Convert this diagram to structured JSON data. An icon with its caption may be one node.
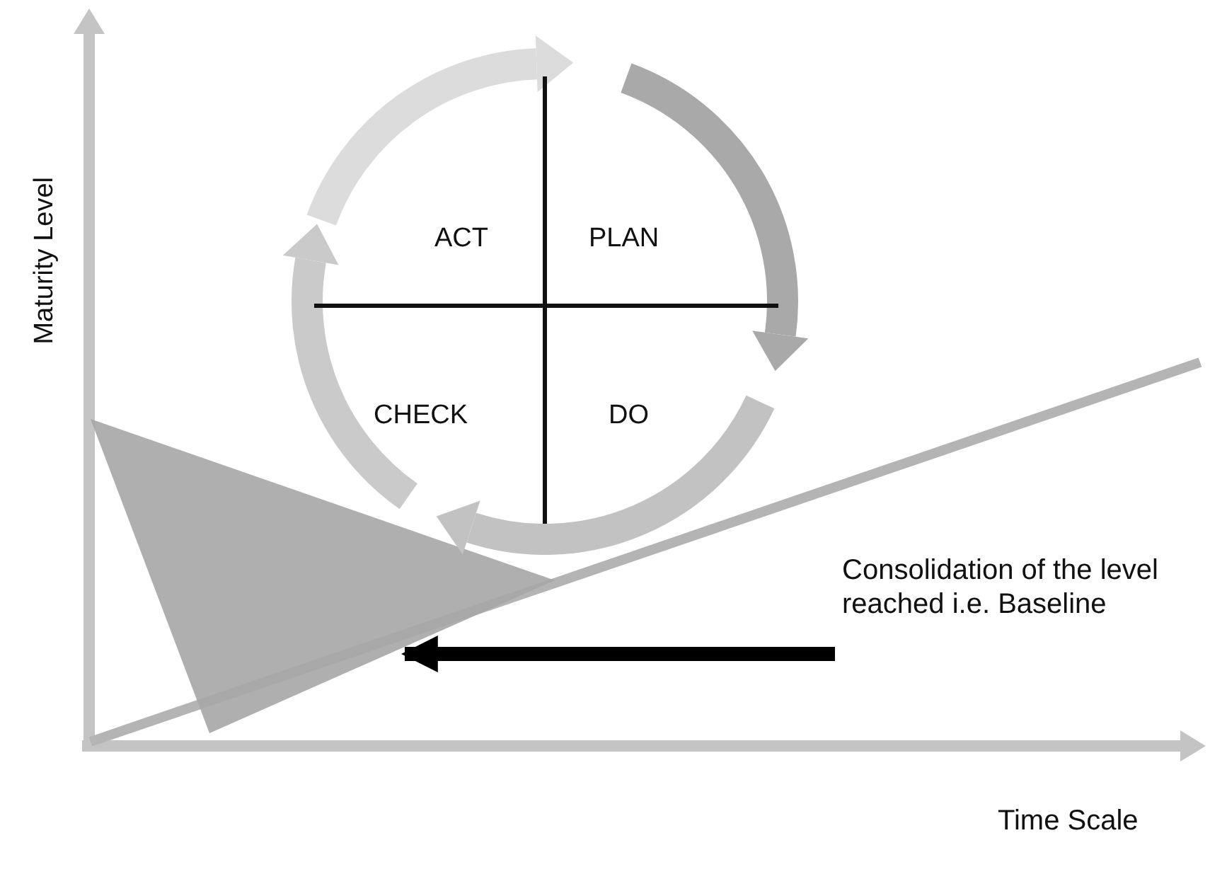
{
  "diagram": {
    "nodes": [
      {
        "text": [],
        "shape": "triangle"
      },
      {
        "text": [
          "Consolidation of the level reached i.e. Baseline"
        ]
      }
    ],
    "edges": [
      {
        "from": 1,
        "to": 0,
        "arrow": "to"
      }
    ],
    "labels": [
      "ACT",
      "PLAN",
      "CHECK",
      "DO",
      "Maturity Level",
      "Time Scale"
    ]
  }
}
